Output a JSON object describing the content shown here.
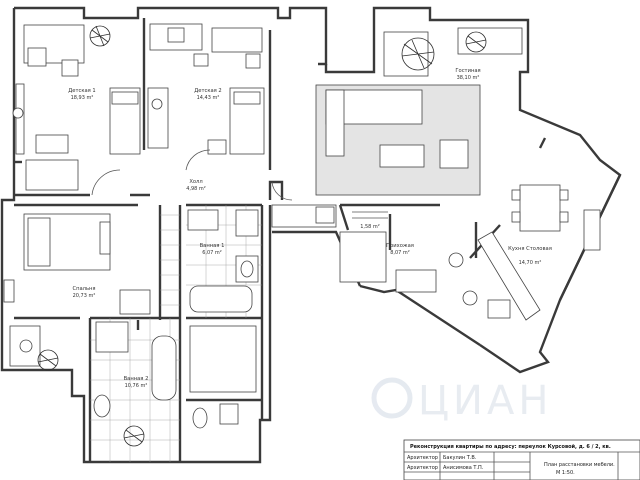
{
  "rooms": [
    {
      "id": "children1",
      "name": "Детская 1",
      "area": "18,93 m²"
    },
    {
      "id": "children2",
      "name": "Детская 2",
      "area": "14,43 m²"
    },
    {
      "id": "living",
      "name": "Гостиная",
      "area": "38,10 m²"
    },
    {
      "id": "hall",
      "name": "Холл",
      "area": "4,98 m²"
    },
    {
      "id": "bath1",
      "name": "Ванная 1",
      "area": "6,07 m²"
    },
    {
      "id": "closet",
      "name": "",
      "area": "1,58 m²"
    },
    {
      "id": "hallway",
      "name": "Прихожая",
      "area": "8,07 m²"
    },
    {
      "id": "kitchen",
      "name": "Кухня Столовая",
      "area": "14,70 m²"
    },
    {
      "id": "bedroom",
      "name": "Спальня",
      "area": "20,73 m²"
    },
    {
      "id": "bath2",
      "name": "Ванная 2",
      "area": "10,76 m²"
    }
  ],
  "title_block": {
    "project_title": "Реконструкция квартиры по адресу: переулок Курсовой, д. 6 / 2, кв.",
    "row1_role": "Архитектор",
    "row1_name": "Бакулин Т.В.",
    "row2_role": "Архитектор",
    "row2_name": "Анисимова Т.П.",
    "sheet_title": "План расстановки мебели.",
    "scale": "М 1:50."
  },
  "watermark": "ЦИАН"
}
